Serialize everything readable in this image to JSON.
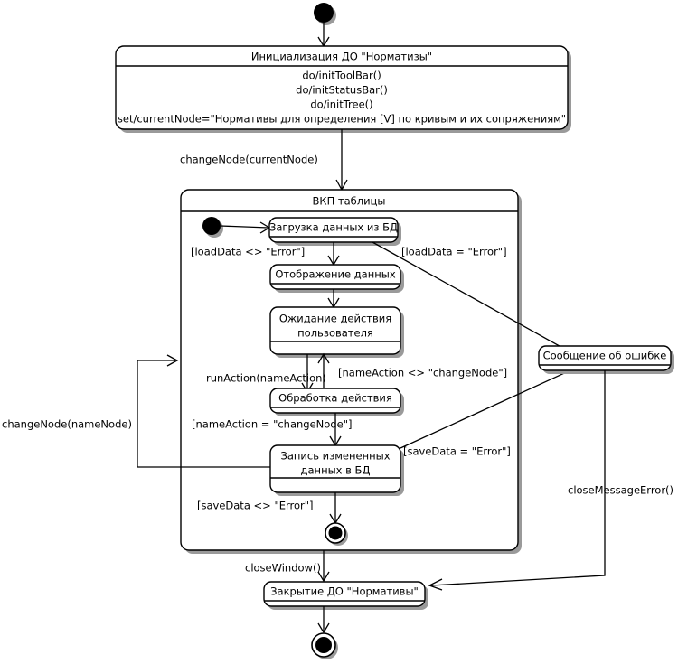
{
  "diagram": {
    "type": "uml-state-machine",
    "title_text": "",
    "background_color": "#ffffff",
    "line_color": "#000000",
    "shadow_color": "#9a9a9a"
  },
  "nodes": {
    "initial_start": {
      "name": "initial-state-node",
      "kind": "initial"
    },
    "init_state": {
      "title": "Инициализация ДО \"Норматизы\"",
      "actions": [
        "do/initToolBar()",
        "do/initStatusBar()",
        "do/initTree()",
        "set/currentNode=\"Нормативы для определения [V] по кривым и их сопряжениям\""
      ]
    },
    "composite": {
      "title": "ВКП таблицы"
    },
    "load_data": {
      "title": "Загрузка данных из БД"
    },
    "show_data": {
      "title": "Отображение данных"
    },
    "wait_action": {
      "title_line1": "Ожидание действия",
      "title_line2": "пользователя"
    },
    "process_action": {
      "title": "Обработка действия"
    },
    "save_data": {
      "title_line1": "Запись измененных",
      "title_line2": "данных в БД"
    },
    "error_message": {
      "title": "Сообщение об ошибке"
    },
    "close_state": {
      "title": "Закрытие ДО \"Нормативы\""
    },
    "inner_final": {
      "name": "inner-final-state-node",
      "kind": "final"
    },
    "final_end": {
      "name": "final-state-node",
      "kind": "final"
    }
  },
  "transitions": {
    "change_node_current": "changeNode(currentNode)",
    "load_ok": "[loadData <> \"Error\"]",
    "load_error": "[loadData = \"Error\"]",
    "run_action": "runAction(nameAction)",
    "name_action_not_change": "[nameAction <> \"changeNode\"]",
    "name_action_change": "[nameAction = \"changeNode\"]",
    "save_error": "[saveData = \"Error\"]",
    "save_ok": "[saveData <> \"Error\"]",
    "change_node_name": "changeNode(nameNode)",
    "close_window": "closeWindow()",
    "close_message_error": "closeMessageError()"
  }
}
